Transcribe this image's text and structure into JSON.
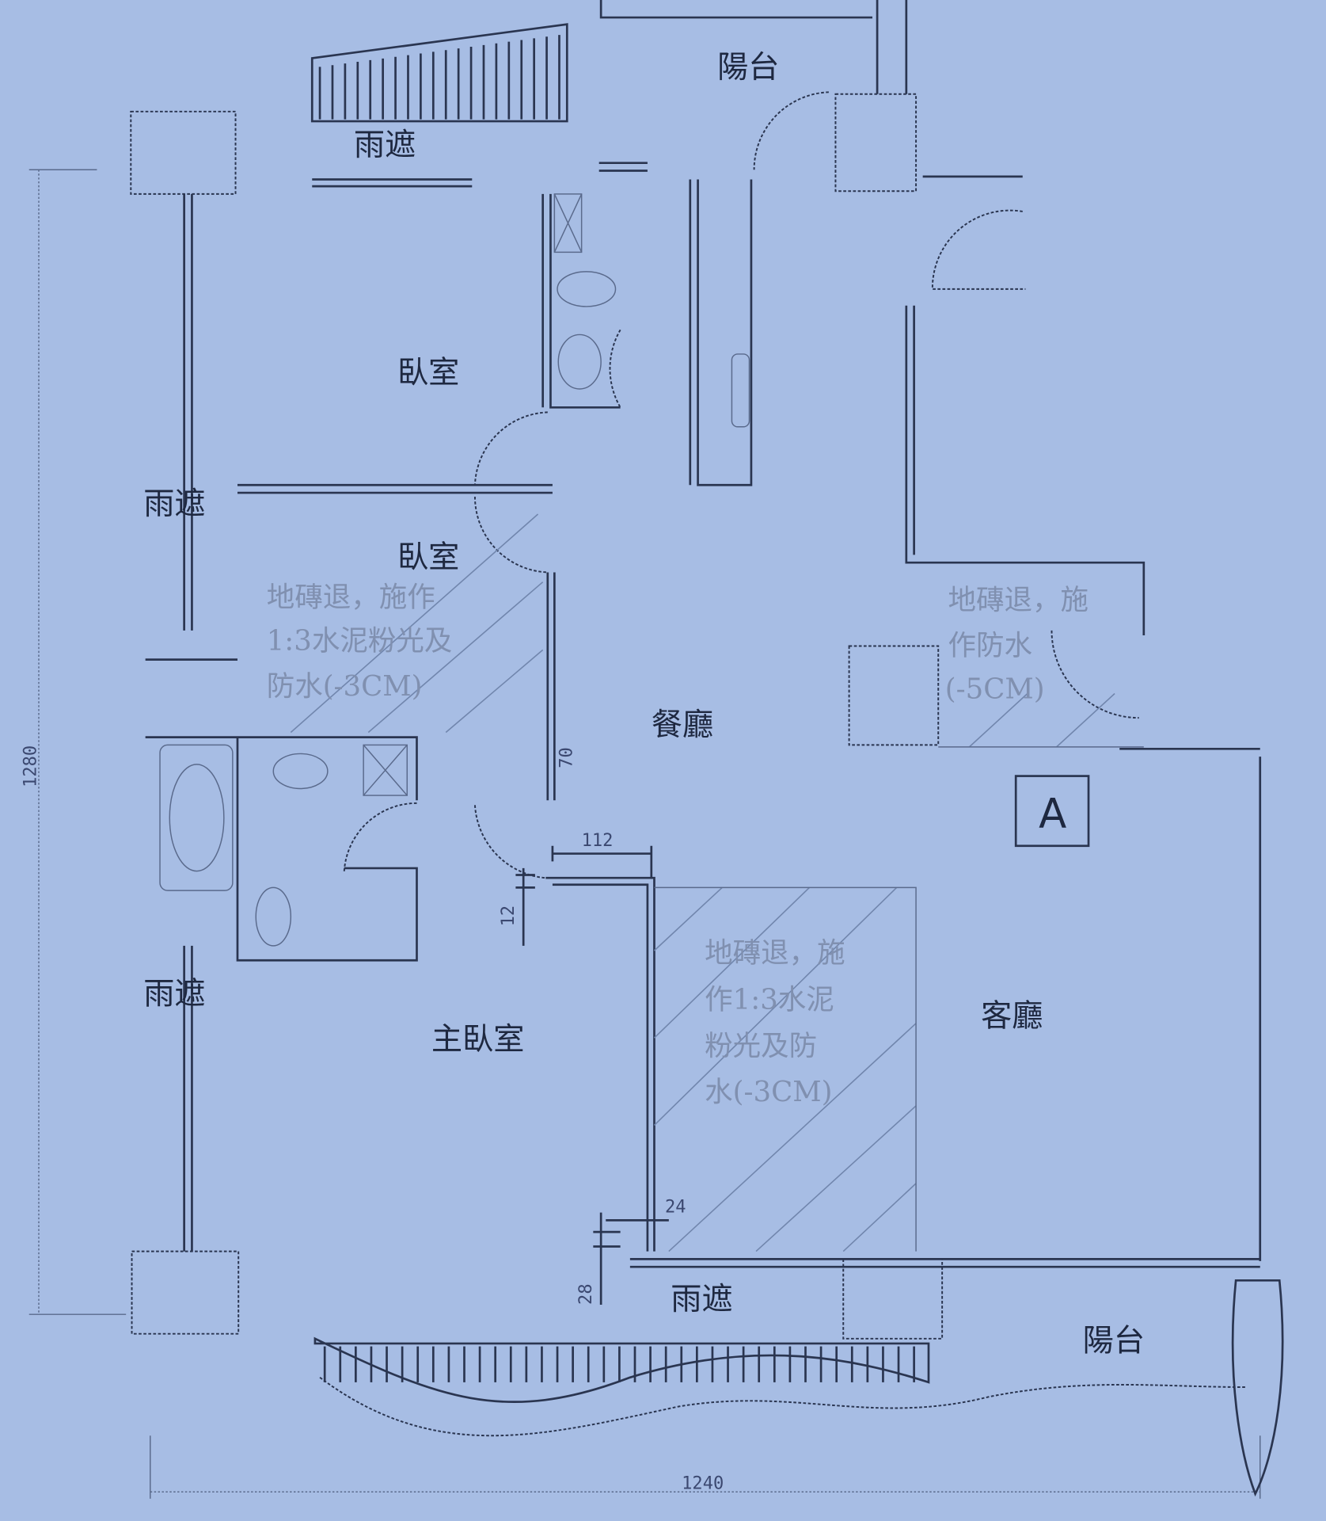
{
  "rooms": {
    "balcony_top": "陽台",
    "canopy_top": "雨遮",
    "bedroom1": "臥室",
    "canopy_left1": "雨遮",
    "bedroom2": "臥室",
    "dining": "餐廳",
    "master_bedroom": "主臥室",
    "canopy_left2": "雨遮",
    "living": "客廳",
    "canopy_bottom": "雨遮",
    "balcony_bottom": "陽台",
    "unit_tag": "A"
  },
  "notes": {
    "note1": [
      "地磚退，施作",
      "1:3水泥粉光及",
      "防水(-3CM)"
    ],
    "note2": [
      "地磚退，施",
      "作防水",
      "(-5CM)"
    ],
    "note3": [
      "地磚退，施",
      "作1:3水泥",
      "粉光及防",
      "水(-3CM)"
    ]
  },
  "dimensions": {
    "height": "1280",
    "width": "1240",
    "d112": "112",
    "d12": "12",
    "d70": "70",
    "d24": "24",
    "d28": "28"
  }
}
